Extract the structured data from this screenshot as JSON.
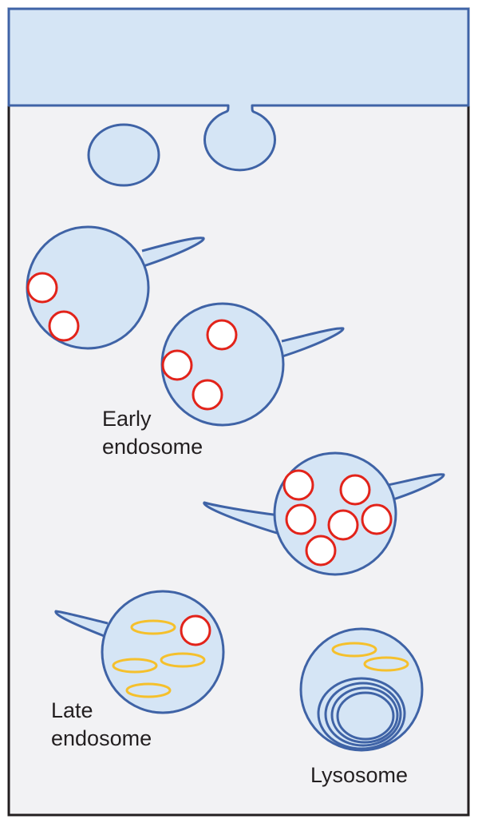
{
  "diagram": {
    "colors": {
      "background": "#f2f2f4",
      "membrane_fill": "#d5e5f5",
      "membrane_stroke": "#3f63a6",
      "ilv_stroke": "#e2231a",
      "ilv_fill": "#ffffff",
      "lipid_stroke": "#f5c02c",
      "frame": "#231f20"
    },
    "labels": {
      "early_line1": "Early",
      "early_line2": "endosome",
      "late_line1": "Late",
      "late_line2": "endosome",
      "lysosome": "Lysosome"
    }
  }
}
